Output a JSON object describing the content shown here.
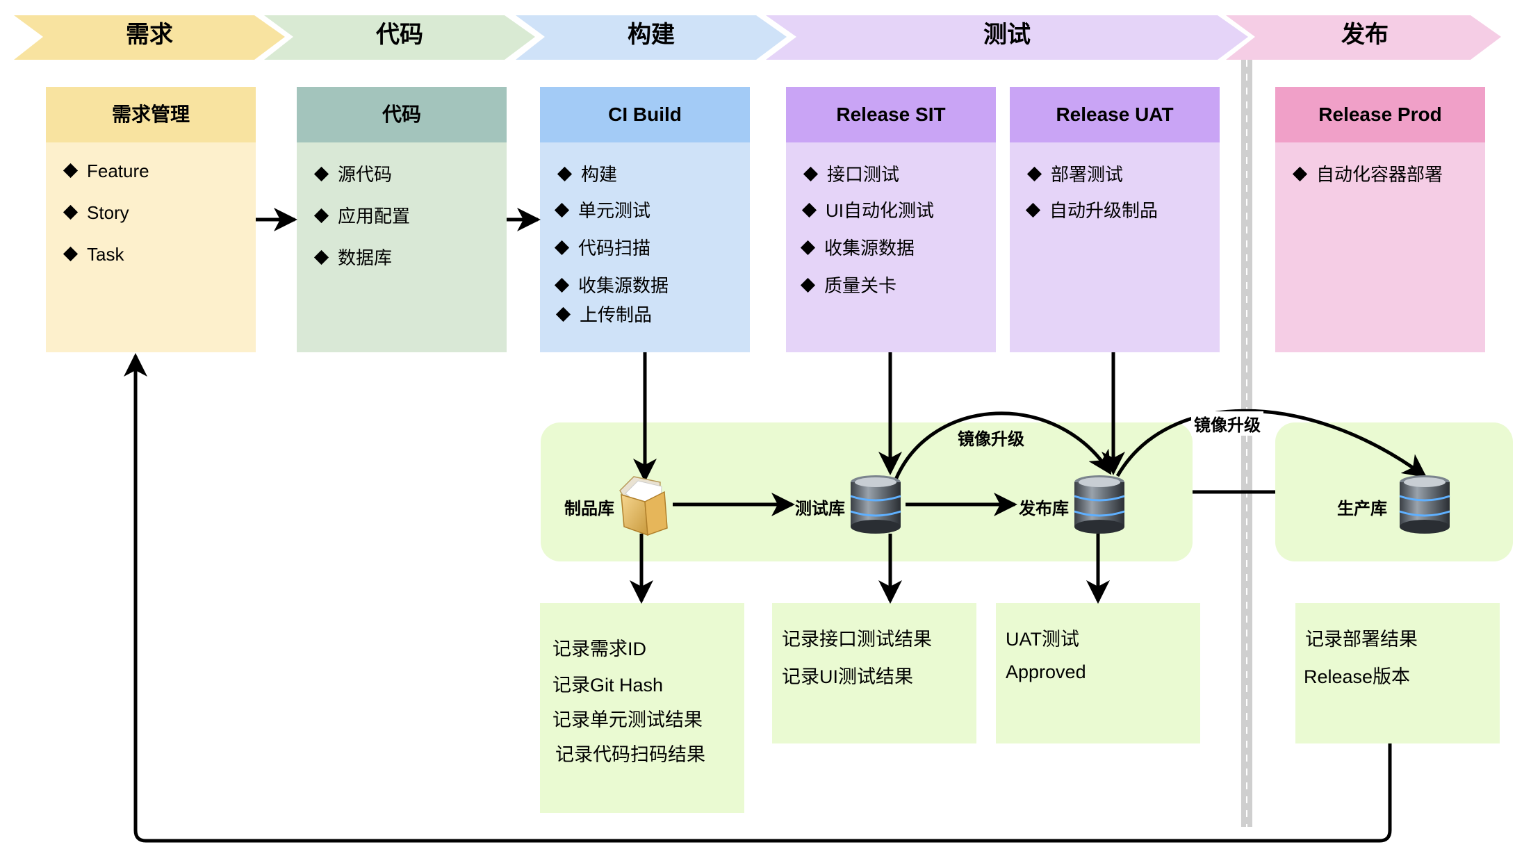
{
  "stages": [
    {
      "label": "需求",
      "color": "#f8e3a0"
    },
    {
      "label": "代码",
      "color": "#d9ead3"
    },
    {
      "label": "构建",
      "color": "#cfe2f8"
    },
    {
      "label": "测试",
      "color": "#e5d4f8"
    },
    {
      "label": "发布",
      "color": "#f5cde5"
    }
  ],
  "cards": [
    {
      "title": "需求管理",
      "items": [
        "Feature",
        "Story",
        "Task"
      ]
    },
    {
      "title": "代码",
      "items": [
        "源代码",
        "应用配置",
        "数据库"
      ]
    },
    {
      "title": "CI Build",
      "items": [
        "构建",
        "单元测试",
        "代码扫描",
        "收集源数据",
        "上传制品"
      ]
    },
    {
      "title": "Release SIT",
      "items": [
        "接口测试",
        "UI自动化测试",
        "收集源数据",
        "质量关卡"
      ]
    },
    {
      "title": "Release UAT",
      "items": [
        "部署测试",
        "自动升级制品"
      ]
    },
    {
      "title": "Release Prod",
      "items": [
        "自动化容器部署"
      ]
    }
  ],
  "repos": {
    "artifact": "制品库",
    "test": "测试库",
    "release": "发布库",
    "prod": "生产库"
  },
  "upgrade_labels": [
    "镜像升级",
    "镜像升级"
  ],
  "records": [
    {
      "lines": [
        "记录需求ID",
        "记录Git Hash",
        "记录单元测试结果",
        "记录代码扫码结果"
      ]
    },
    {
      "lines": [
        "记录接口测试结果",
        "记录UI测试结果"
      ]
    },
    {
      "lines": [
        "UAT测试",
        "Approved"
      ]
    },
    {
      "lines": [
        "记录部署结果",
        "Release版本"
      ]
    }
  ]
}
